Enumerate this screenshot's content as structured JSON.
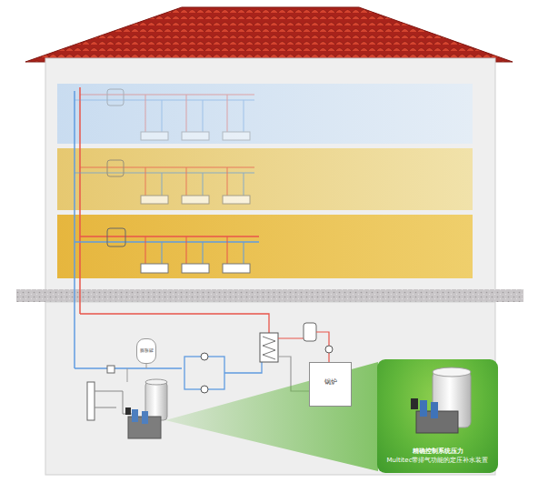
{
  "diagram": {
    "nodes": [
      {
        "text": [
          "膨胀罐"
        ]
      },
      {
        "text": [
          "锅炉"
        ]
      },
      {
        "text": [
          "精确控制系统压力",
          "Multitec带排气功能的定压补水装置"
        ]
      }
    ]
  }
}
